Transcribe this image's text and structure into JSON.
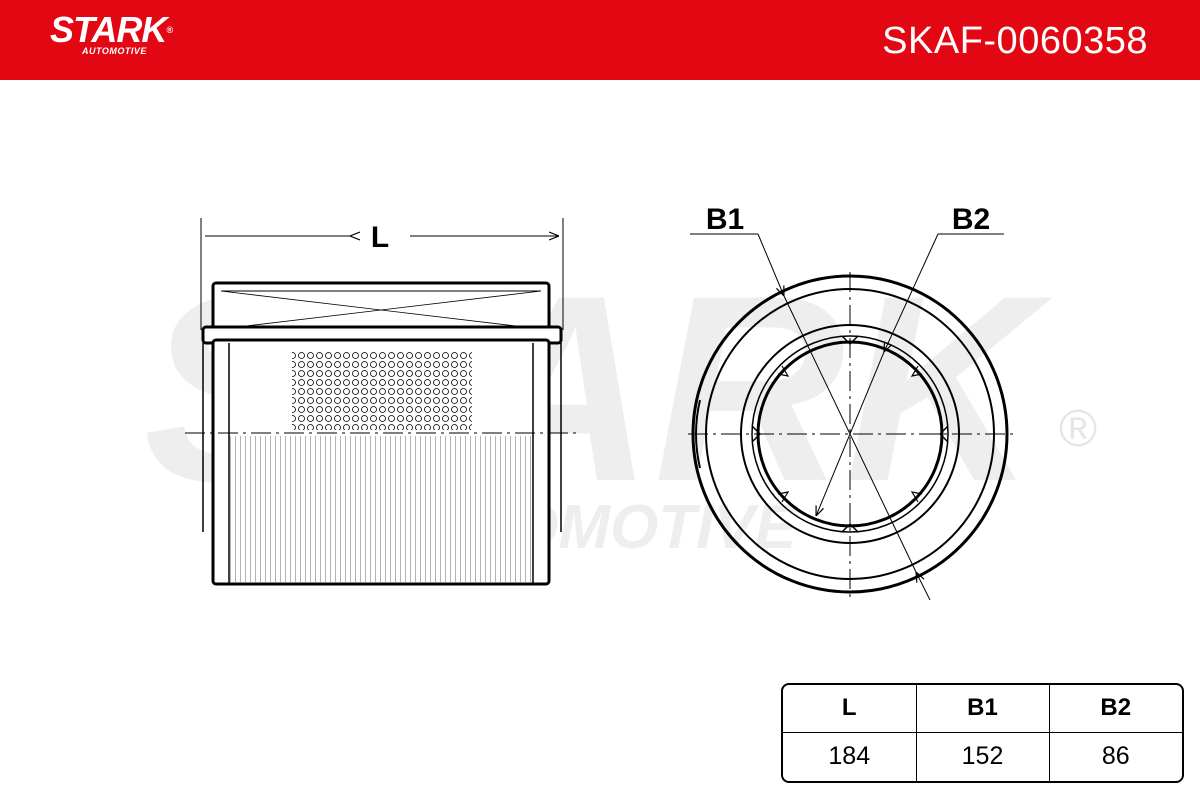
{
  "header": {
    "brand": "STARK",
    "brand_reg": "®",
    "brand_sub": "AUTOMOTIVE",
    "part_number": "SKAF-0060358"
  },
  "watermark": {
    "text": "STARK",
    "sub": "AUTOMOTIVE",
    "reg": "®"
  },
  "drawing": {
    "label_l": "L",
    "label_b1": "B1",
    "label_b2": "B2"
  },
  "dimensions": {
    "headers": [
      "L",
      "B1",
      "B2"
    ],
    "values": [
      "184",
      "152",
      "86"
    ]
  },
  "colors": {
    "brand_red": "#e30613",
    "watermark_gray": "#eeeeee"
  }
}
